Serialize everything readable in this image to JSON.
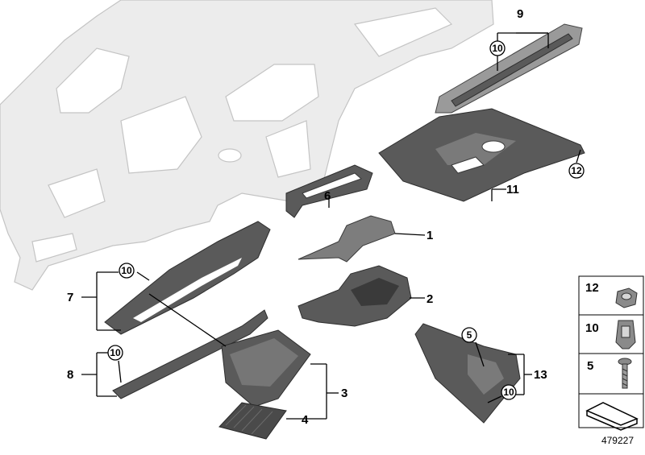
{
  "callouts": {
    "c1": "1",
    "c2": "2",
    "c3": "3",
    "c4": "4",
    "c6": "6",
    "c7": "7",
    "c8": "8",
    "c9": "9",
    "c11": "11",
    "c13": "13",
    "ring_10_top": "10",
    "ring_12_top": "12",
    "ring_10_left": "10",
    "ring_10_low": "10",
    "ring_5_right": "5",
    "ring_10_right": "10"
  },
  "legend": {
    "item_12": "12",
    "item_10": "10",
    "item_5": "5"
  },
  "diagram_number": "479227",
  "colors": {
    "part_dark": "#5a5a5a",
    "dashboard_outline": "#ececec",
    "leader": "#000000"
  }
}
